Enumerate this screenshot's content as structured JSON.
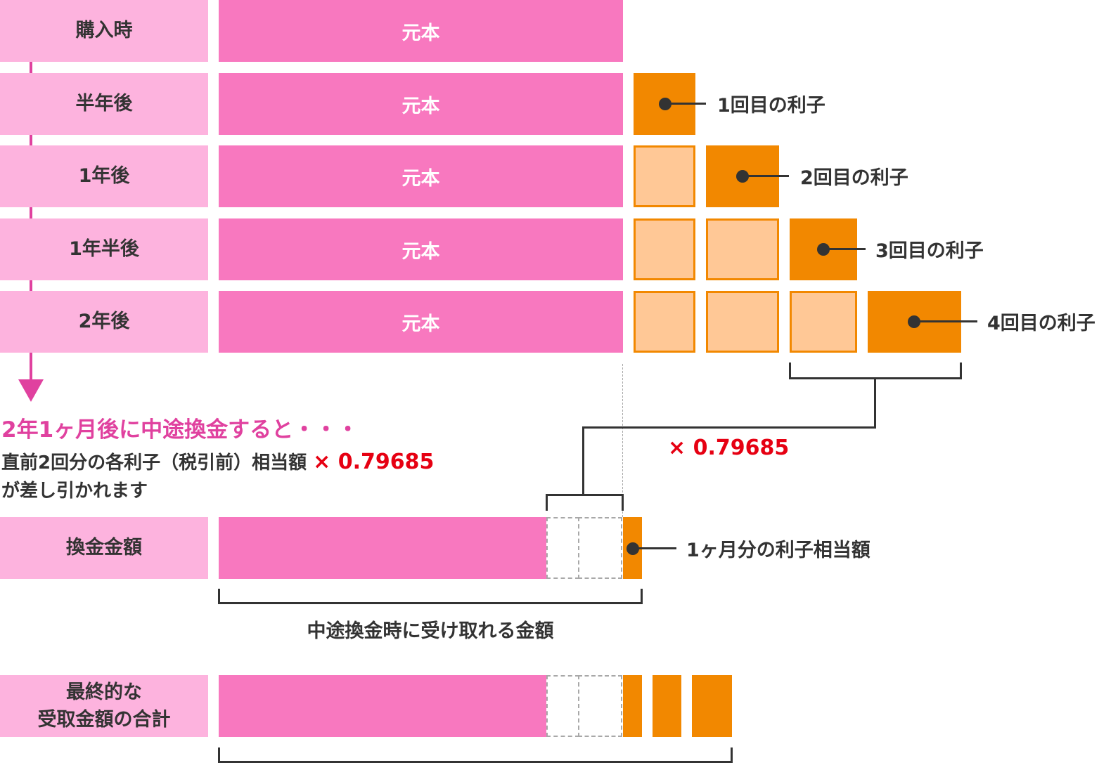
{
  "rows": [
    {
      "label": "購入時",
      "principal": "元本"
    },
    {
      "label": "半年後",
      "principal": "元本"
    },
    {
      "label": "1年後",
      "principal": "元本"
    },
    {
      "label": "1年半後",
      "principal": "元本"
    },
    {
      "label": "2年後",
      "principal": "元本"
    }
  ],
  "interest_labels": [
    "1回目の利子",
    "2回目の利子",
    "3回目の利子",
    "4回目の利子"
  ],
  "heading": "2年1ヶ月後に中途換金すると・・・",
  "description": {
    "line1": "直前2回分の各利子（税引前）相当額",
    "multiplier": "× 0.79685",
    "line2": "が差し引かれます"
  },
  "multiplier_callout": "× 0.79685",
  "redemption": {
    "label": "換金金額",
    "callout": "1ヶ月分の利子相当額",
    "brace_label": "中途換金時に受け取れる金額"
  },
  "final": {
    "label_line1": "最終的な",
    "label_line2": "受取金額の合計"
  },
  "colors": {
    "label_bg": "#fdb3de",
    "principal": "#f878bf",
    "interest_current": "#f28800",
    "interest_previous": "#ffc896",
    "arrow": "#e0419f",
    "highlight": "#e60012"
  }
}
